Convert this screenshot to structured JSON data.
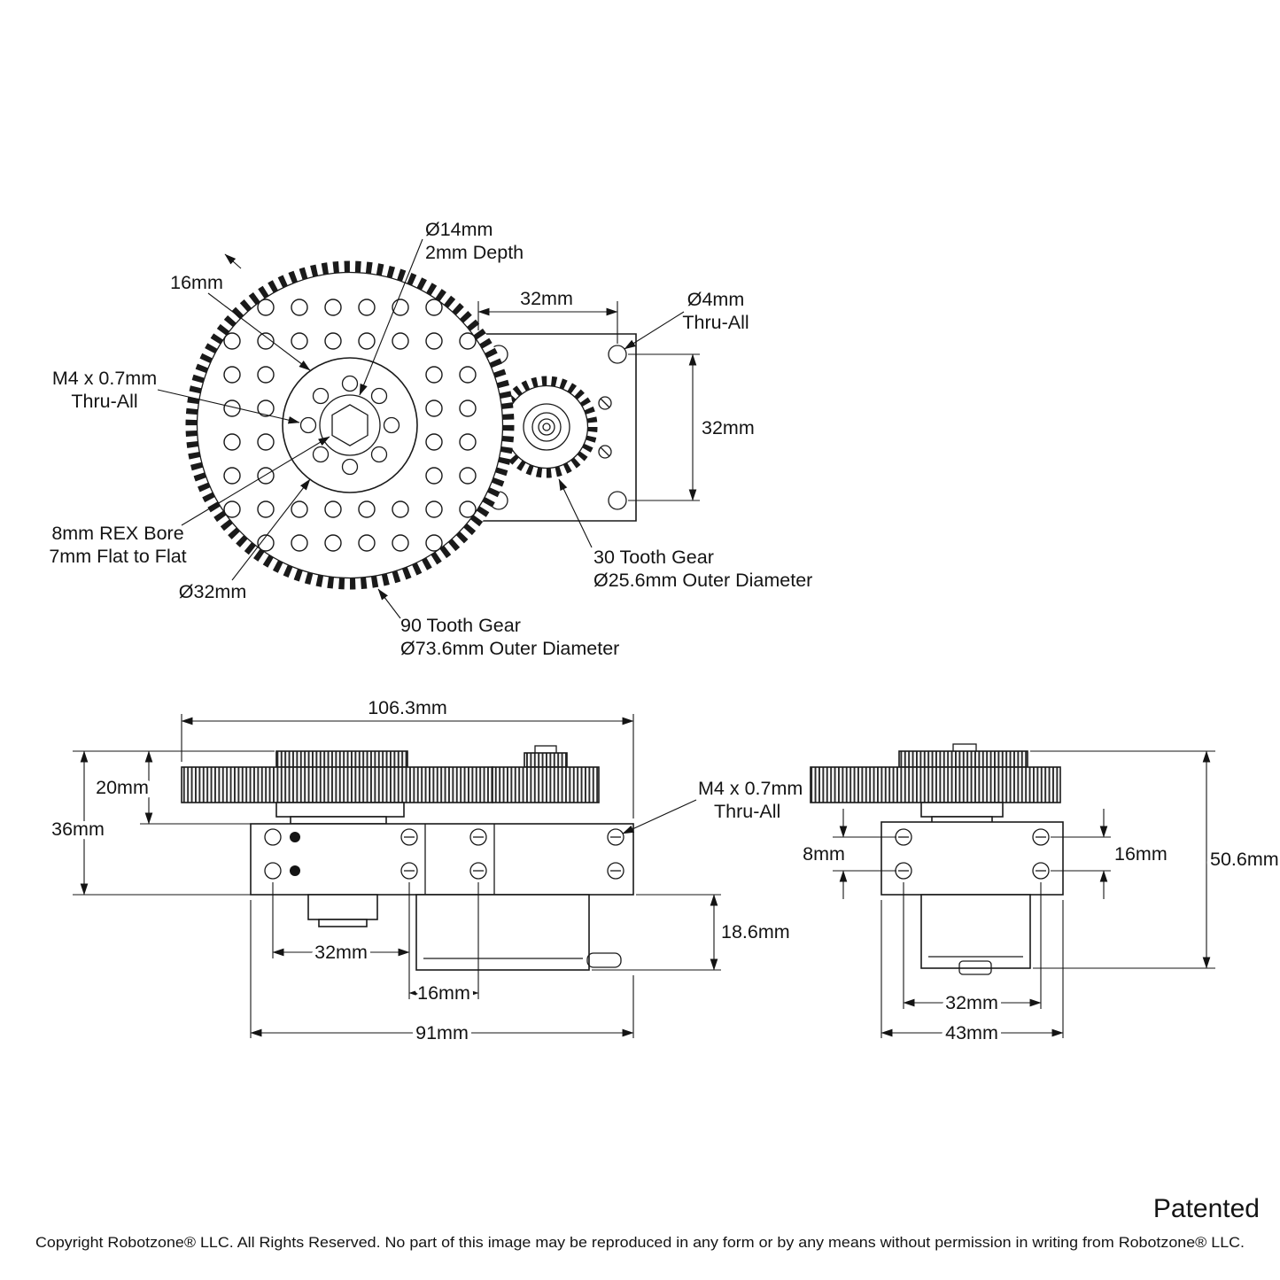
{
  "colors": {
    "ink": "#1a1a1a",
    "background": "#ffffff"
  },
  "page": {
    "patented": "Patented",
    "copyright": "Copyright Robotzone® LLC. All Rights Reserved. No part of this image may be reproduced in any form or by any means without permission in writing from Robotzone® LLC."
  },
  "top_view": {
    "labels": {
      "recess": {
        "line1": "Ø14mm",
        "line2": "2mm Depth"
      },
      "spacing": "16mm",
      "m4": {
        "line1": "M4 x 0.7mm",
        "line2": "Thru-All"
      },
      "rex": {
        "line1": "8mm REX Bore",
        "line2": "7mm Flat to Flat"
      },
      "hub_od": "Ø32mm",
      "gear90": {
        "line1": "90 Tooth Gear",
        "line2": "Ø73.6mm Outer Diameter"
      },
      "width32": "32mm",
      "hole4": {
        "line1": "Ø4mm",
        "line2": "Thru-All"
      },
      "height32": "32mm",
      "gear30": {
        "line1": "30 Tooth Gear",
        "line2": "Ø25.6mm Outer Diameter"
      }
    }
  },
  "front_view": {
    "labels": {
      "overall_width": "106.3mm",
      "gear_height": "20mm",
      "assembly_height": "36mm",
      "m4": {
        "line1": "M4 x 0.7mm",
        "line2": "Thru-All"
      },
      "hole_span32": "32mm",
      "hole_span16": "16mm",
      "servo_depth": "18.6mm",
      "channel_width": "91mm"
    }
  },
  "side_view": {
    "labels": {
      "hole_offset8": "8mm",
      "hole_span16": "16mm",
      "overall_height": "50.6mm",
      "hole_span32": "32mm",
      "channel_depth": "43mm"
    }
  }
}
